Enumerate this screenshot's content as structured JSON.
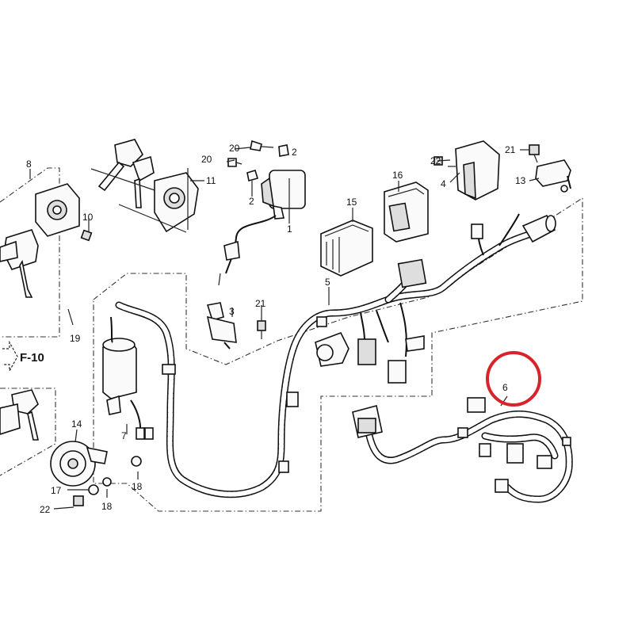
{
  "callouts": {
    "n1": "1",
    "n2a": "2",
    "n2b": "2",
    "n3": "3",
    "n4": "4",
    "n5": "5",
    "n6": "6",
    "n7": "7",
    "n8": "8",
    "n10": "10",
    "n11": "11",
    "n13": "13",
    "n14": "14",
    "n15": "15",
    "n16": "16",
    "n17": "17",
    "n18a": "18",
    "n18b": "18",
    "n19": "19",
    "n20a": "20",
    "n20b": "20",
    "n21a": "21",
    "n21b": "21",
    "n22a": "22",
    "n22b": "22"
  },
  "reference": {
    "label": "F-10"
  },
  "highlight": {
    "color": "#d8232a",
    "target": "6"
  },
  "colors": {
    "line": "#111111",
    "background": "#ffffff"
  }
}
